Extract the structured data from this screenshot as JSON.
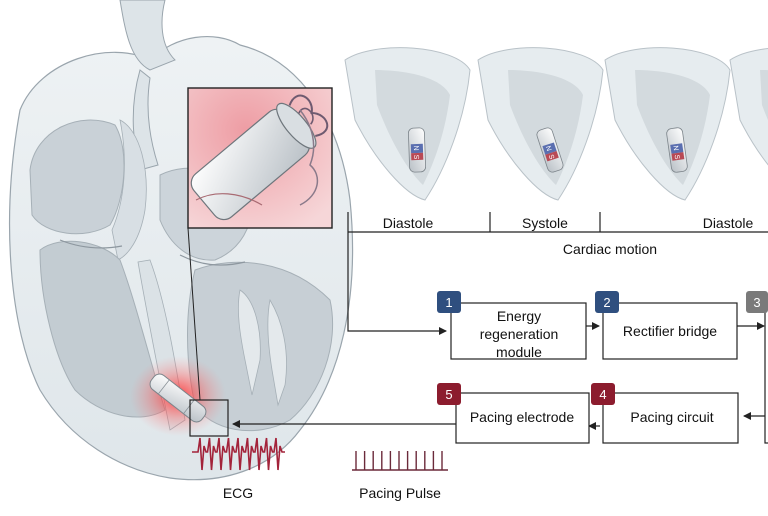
{
  "phases": {
    "diastole_left": "Diastole",
    "systole": "Systole",
    "diastole_right": "Diastole",
    "motion_label": "Cardiac motion"
  },
  "modules": [
    {
      "number": "1",
      "label_lines": [
        "Energy",
        "regeneration",
        "module"
      ],
      "badge_color": "#2f4f7f"
    },
    {
      "number": "2",
      "label_lines": [
        "Rectifier bridge"
      ],
      "badge_color": "#2f4f7f"
    },
    {
      "number": "3",
      "label_lines": [],
      "badge_color": "#7a7a7a"
    },
    {
      "number": "4",
      "label_lines": [
        "Pacing circuit"
      ],
      "badge_color": "#8c1c2e"
    },
    {
      "number": "5",
      "label_lines": [
        "Pacing electrode"
      ],
      "badge_color": "#8c1c2e"
    }
  ],
  "signals": {
    "ecg_label": "ECG",
    "pulse_label": "Pacing Pulse"
  },
  "device": {
    "magnet_north": "N",
    "magnet_south": "S"
  },
  "colors": {
    "ecg": "#a3233a",
    "pulse": "#6b2a3a",
    "glow": "#ff3030",
    "inset_bg": "#f3c7c9",
    "heart_wall": "#e9eef1",
    "heart_cavity": "#cfd6db",
    "line": "#222222"
  }
}
